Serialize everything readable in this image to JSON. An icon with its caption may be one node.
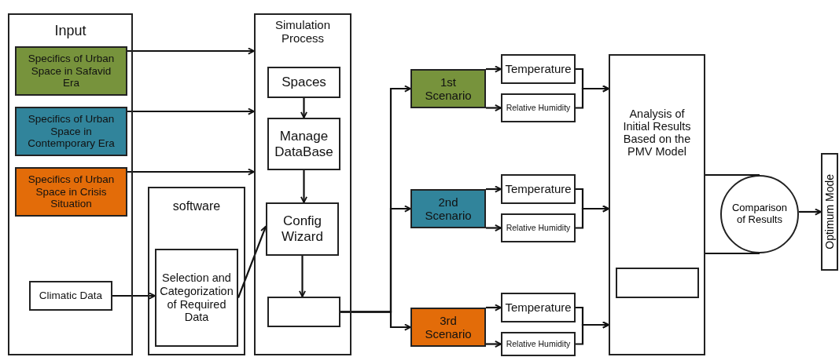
{
  "diagram": {
    "nodes": [
      {
        "text": [
          "Input"
        ]
      },
      {
        "text": [
          "Specifics of Urban Space in Safavid Era"
        ],
        "in": 0
      },
      {
        "text": [
          "Specifics of Urban Space in Contemporary Era"
        ],
        "in": 0
      },
      {
        "text": [
          "Specifics of Urban Space in Crisis Situation"
        ],
        "in": 0
      },
      {
        "text": [
          "Climatic Data"
        ],
        "in": 0
      },
      {
        "text": [
          "software"
        ]
      },
      {
        "text": [
          "Selection and Categorization of Required Data"
        ],
        "in": 5
      },
      {
        "text": [
          "Simulation Process"
        ]
      },
      {
        "text": [
          "Spaces"
        ],
        "in": 7
      },
      {
        "text": [
          "Manage DataBase"
        ],
        "in": 7
      },
      {
        "text": [
          "Config Wizard"
        ],
        "in": 7
      },
      {
        "text": [],
        "shape": "box",
        "in": 7
      },
      {
        "text": [
          "1st Scenario"
        ]
      },
      {
        "text": [
          "Temperature"
        ]
      },
      {
        "text": [
          "Relative Humidity"
        ]
      },
      {
        "text": [
          "2nd Scenario"
        ]
      },
      {
        "text": [
          "Temperature"
        ]
      },
      {
        "text": [
          "Relative Humidity"
        ]
      },
      {
        "text": [
          "3rd Scenario"
        ]
      },
      {
        "text": [
          "Temperature"
        ]
      },
      {
        "text": [
          "Relative Humidity"
        ]
      },
      {
        "text": [
          "Analysis of Initial Results Based on the PMV Model"
        ]
      },
      {
        "text": [],
        "shape": "box",
        "in": 21
      },
      {
        "text": [
          "Comparison of Results"
        ]
      },
      {
        "text": [
          "Optimum Mode"
        ]
      }
    ],
    "edges": [
      {
        "from": 1,
        "to": 7,
        "arrow": "to"
      },
      {
        "from": 2,
        "to": 7,
        "arrow": "to"
      },
      {
        "from": 3,
        "to": 7,
        "arrow": "to"
      },
      {
        "from": 4,
        "to": 6,
        "arrow": "to"
      },
      {
        "from": 6,
        "to": 10,
        "arrow": "to"
      },
      {
        "from": 8,
        "to": 9,
        "arrow": "to"
      },
      {
        "from": 9,
        "to": 10,
        "arrow": "to"
      },
      {
        "from": 10,
        "to": 11,
        "arrow": "to"
      },
      {
        "from": 11,
        "to": 12,
        "arrow": "to"
      },
      {
        "from": 11,
        "to": 15,
        "arrow": "to"
      },
      {
        "from": 11,
        "to": 18,
        "arrow": "to"
      },
      {
        "from": 12,
        "to": 13,
        "arrow": "to"
      },
      {
        "from": 12,
        "to": 14,
        "arrow": "to"
      },
      {
        "from": 15,
        "to": 16,
        "arrow": "to"
      },
      {
        "from": 15,
        "to": 17,
        "arrow": "to"
      },
      {
        "from": 18,
        "to": 19,
        "arrow": "to"
      },
      {
        "from": 18,
        "to": 20,
        "arrow": "to"
      },
      {
        "from": 13,
        "to": 21,
        "arrow": "to"
      },
      {
        "from": 14,
        "to": 21,
        "arrow": "to"
      },
      {
        "from": 16,
        "to": 21,
        "arrow": "to"
      },
      {
        "from": 17,
        "to": 21,
        "arrow": "to"
      },
      {
        "from": 19,
        "to": 21,
        "arrow": "to"
      },
      {
        "from": 20,
        "to": 21,
        "arrow": "to"
      },
      {
        "from": 21,
        "to": 23,
        "arrow": "none"
      },
      {
        "from": 21,
        "to": 23,
        "arrow": "none"
      },
      {
        "from": 23,
        "to": 24,
        "arrow": "to"
      }
    ]
  }
}
